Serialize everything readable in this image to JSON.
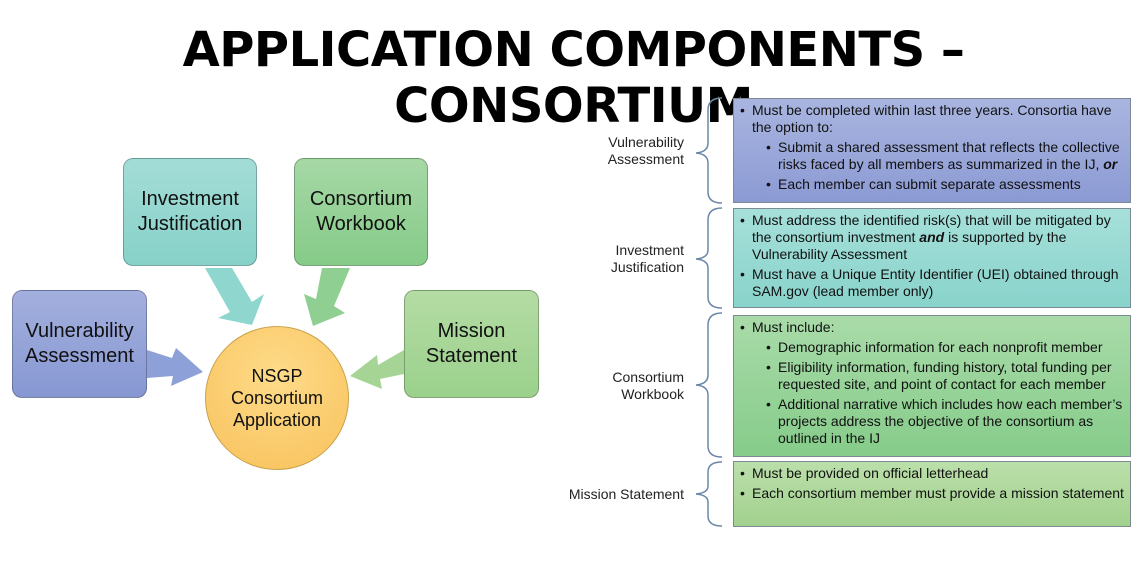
{
  "title": "APPLICATION COMPONENTS – CONSORTIUM",
  "diagram": {
    "center": [
      "NSGP",
      "Consortium",
      "Application"
    ],
    "nodes": {
      "investment": [
        "Investment",
        "Justification"
      ],
      "workbook": [
        "Consortium",
        "Workbook"
      ],
      "vulnerability": [
        "Vulnerability",
        "Assessment"
      ],
      "mission": [
        "Mission",
        "Statement"
      ]
    },
    "colors": {
      "vulnerability": "#8ea0d8",
      "investment": "#8fd6cf",
      "workbook": "#8fcf92",
      "mission": "#a6d495",
      "center": "#f9c866"
    }
  },
  "sections": [
    {
      "label": [
        "Vulnerability",
        "Assessment"
      ],
      "bullets": [
        {
          "text": "Must be completed within last three years. Consortia have the option to:",
          "sub": [
            {
              "pre": "Submit a shared assessment that reflects the collective risks faced by all members as summarized in the IJ, ",
              "em": "or",
              "post": ""
            },
            {
              "pre": "Each member can submit separate assessments",
              "em": "",
              "post": ""
            }
          ]
        }
      ]
    },
    {
      "label": [
        "Investment",
        "Justification"
      ],
      "bullets": [
        {
          "pre": "Must address the identified risk(s) that will be mitigated by the consortium investment ",
          "em": "and",
          "post": " is supported by the Vulnerability Assessment"
        },
        {
          "pre": "Must have a Unique Entity Identifier (UEI) obtained through SAM.gov (lead member only)",
          "em": "",
          "post": ""
        }
      ]
    },
    {
      "label": [
        "Consortium",
        "Workbook"
      ],
      "bullets": [
        {
          "text": "Must include:",
          "sub": [
            {
              "pre": "Demographic information for each nonprofit member",
              "em": "",
              "post": ""
            },
            {
              "pre": "Eligibility information, funding history, total funding per requested site, and point of contact for each member",
              "em": "",
              "post": ""
            },
            {
              "pre": "Additional narrative which includes how each member’s projects address the objective of the consortium as outlined in the IJ",
              "em": "",
              "post": ""
            }
          ]
        }
      ]
    },
    {
      "label": [
        "Mission Statement"
      ],
      "bullets": [
        {
          "pre": "Must be provided on official letterhead",
          "em": "",
          "post": ""
        },
        {
          "pre": "Each consortium member must provide a mission statement",
          "em": "",
          "post": ""
        }
      ]
    }
  ]
}
